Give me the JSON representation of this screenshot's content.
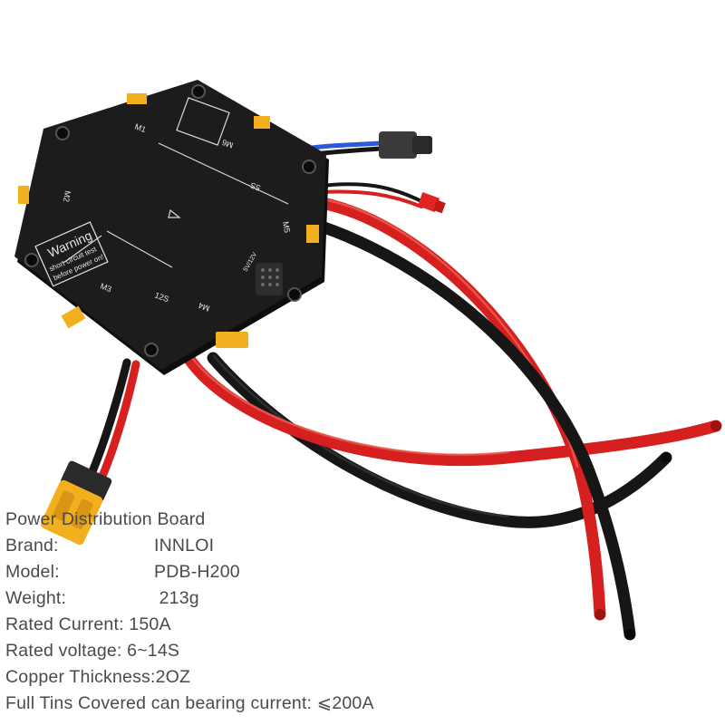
{
  "product": {
    "title": "Power Distribution Board",
    "specs": [
      {
        "label": "Brand:",
        "value": "INNLOI"
      },
      {
        "label": "Model:",
        "value": "PDB-H200"
      },
      {
        "label": "Weight:",
        "value": " 213g"
      }
    ],
    "rated_current": "Rated Current: 150A",
    "rated_voltage": "Rated voltage: 6~14S",
    "copper_thickness": "Copper Thickness:2OZ",
    "full_tins": "Full Tins Covered can bearing current: ⩽200A"
  },
  "board_silkscreen": {
    "warning_title": "Warning",
    "warning_line1": "short circuit test",
    "warning_line2": "before power on!",
    "ports": [
      "M1",
      "M2",
      "M3",
      "M4",
      "M5",
      "M6"
    ],
    "voltage_marks": [
      "5S",
      "12S"
    ],
    "connector_label": "5V/12V"
  },
  "colors": {
    "board": "#1c1c1c",
    "wire_red": "#d61f1f",
    "wire_black": "#161616",
    "connector_yellow": "#f2b01e",
    "text": "#4a4a4a"
  }
}
